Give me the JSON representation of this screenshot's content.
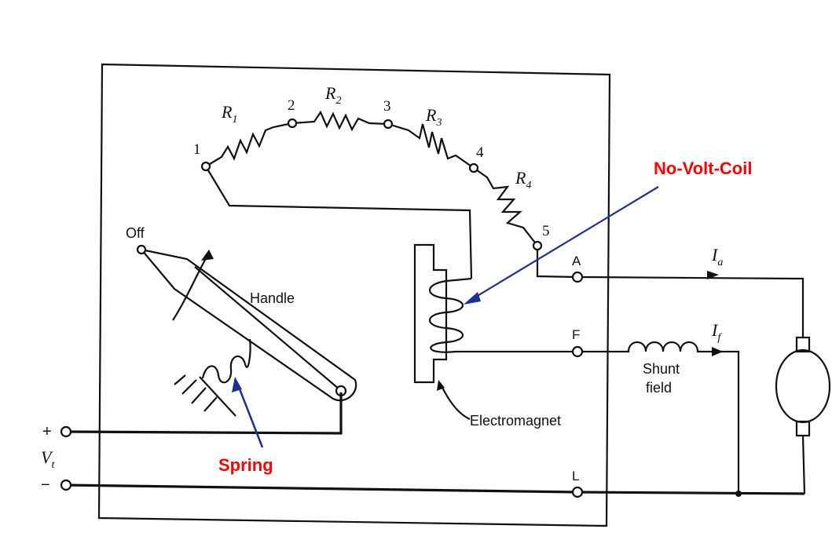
{
  "diagram": {
    "resistor_labels": [
      {
        "name": "R",
        "sub": "1"
      },
      {
        "name": "R",
        "sub": "2"
      },
      {
        "name": "R",
        "sub": "3"
      },
      {
        "name": "R",
        "sub": "4"
      }
    ],
    "stud_labels": [
      "1",
      "2",
      "3",
      "4",
      "5"
    ],
    "off_label": "Off",
    "handle_label": "Handle",
    "electromagnet_label": "Electromagnet",
    "terminal_A": "A",
    "terminal_F": "F",
    "terminal_L": "L",
    "current_Ia": {
      "name": "I",
      "sub": "a"
    },
    "current_If": {
      "name": "I",
      "sub": "f"
    },
    "shunt_field_label": [
      "Shunt",
      "field"
    ],
    "vt_plus": "+",
    "vt_minus": "−",
    "vt_label": {
      "name": "V",
      "sub": "t"
    },
    "annotations": {
      "no_volt_coil": "No-Volt-Coil",
      "spring": "Spring",
      "red_color": "#ff0000",
      "arrow_color": "#1f2f8f"
    }
  }
}
